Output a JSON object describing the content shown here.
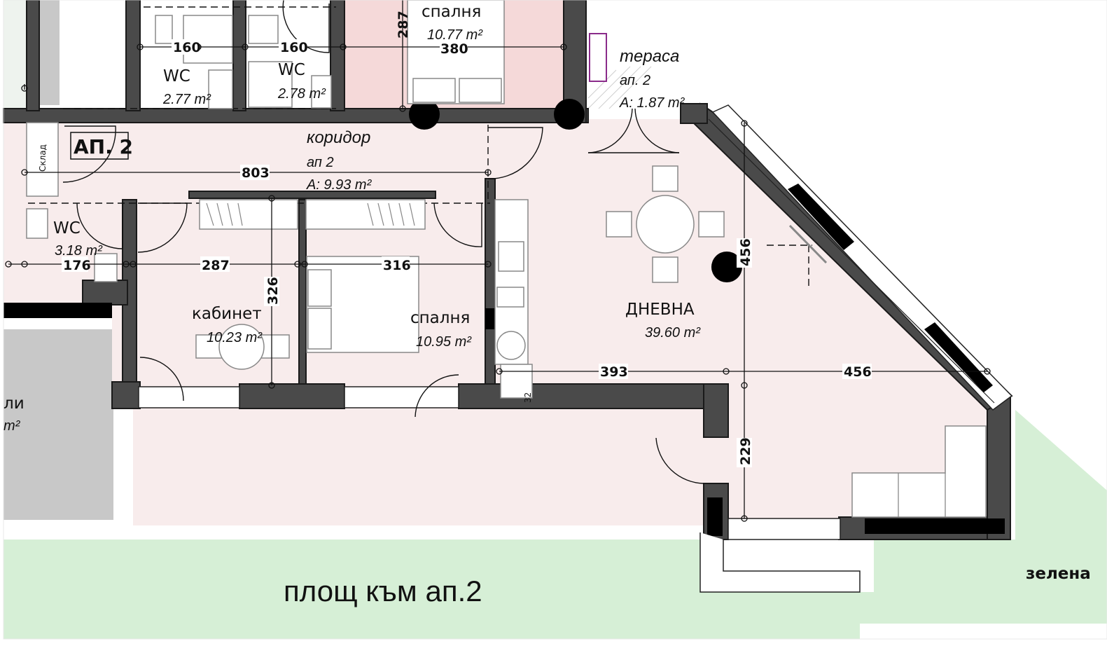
{
  "colors": {
    "room_fill": "#f8ecec",
    "bedroom_fill": "#f5d9d9",
    "terrace_fill": "#ffffff",
    "green_area": "#d6efd6",
    "neighbor_gray": "#c8c8c8",
    "wall": "#4a4a4a",
    "structure_black": "#000000",
    "heater_outline": "#8a2b8a"
  },
  "apartment": {
    "label": "АП. 2"
  },
  "rooms": {
    "bedroom_top": {
      "name": "спалня",
      "area": "10.77 m²"
    },
    "wc_left": {
      "name": "WC",
      "area": "2.77 m²"
    },
    "wc_right": {
      "name": "WC",
      "area": "2.78 m²"
    },
    "wc_lower": {
      "name": "WC",
      "area": "3.18 m²"
    },
    "terrace": {
      "name": "тераса",
      "apt": "ап. 2",
      "area": "A: 1.87 m²"
    },
    "corridor": {
      "name": "коридор",
      "apt": "ап 2",
      "area": "A: 9.93 m²"
    },
    "storage": {
      "name": "Склад"
    },
    "study": {
      "name": "кабинет",
      "area": "10.23 m²"
    },
    "bedroom_mid": {
      "name": "спалня",
      "area": "10.95 m²"
    },
    "living": {
      "name": "ДНЕВНА",
      "area": "39.60 m²"
    },
    "neighbor": {
      "name": "ли",
      "area": "m²"
    }
  },
  "dimensions": {
    "d160a": "160",
    "d160b": "160",
    "d287_top": "287",
    "d380": "380",
    "d803": "803",
    "d176": "176",
    "d287_mid": "287",
    "d316": "316",
    "d326": "326",
    "d456_v": "456",
    "d393": "393",
    "d456_h": "456",
    "d229": "229",
    "d32": "32"
  },
  "outdoor": {
    "area_label": "площ към ап.2",
    "green_label": "зелена"
  }
}
